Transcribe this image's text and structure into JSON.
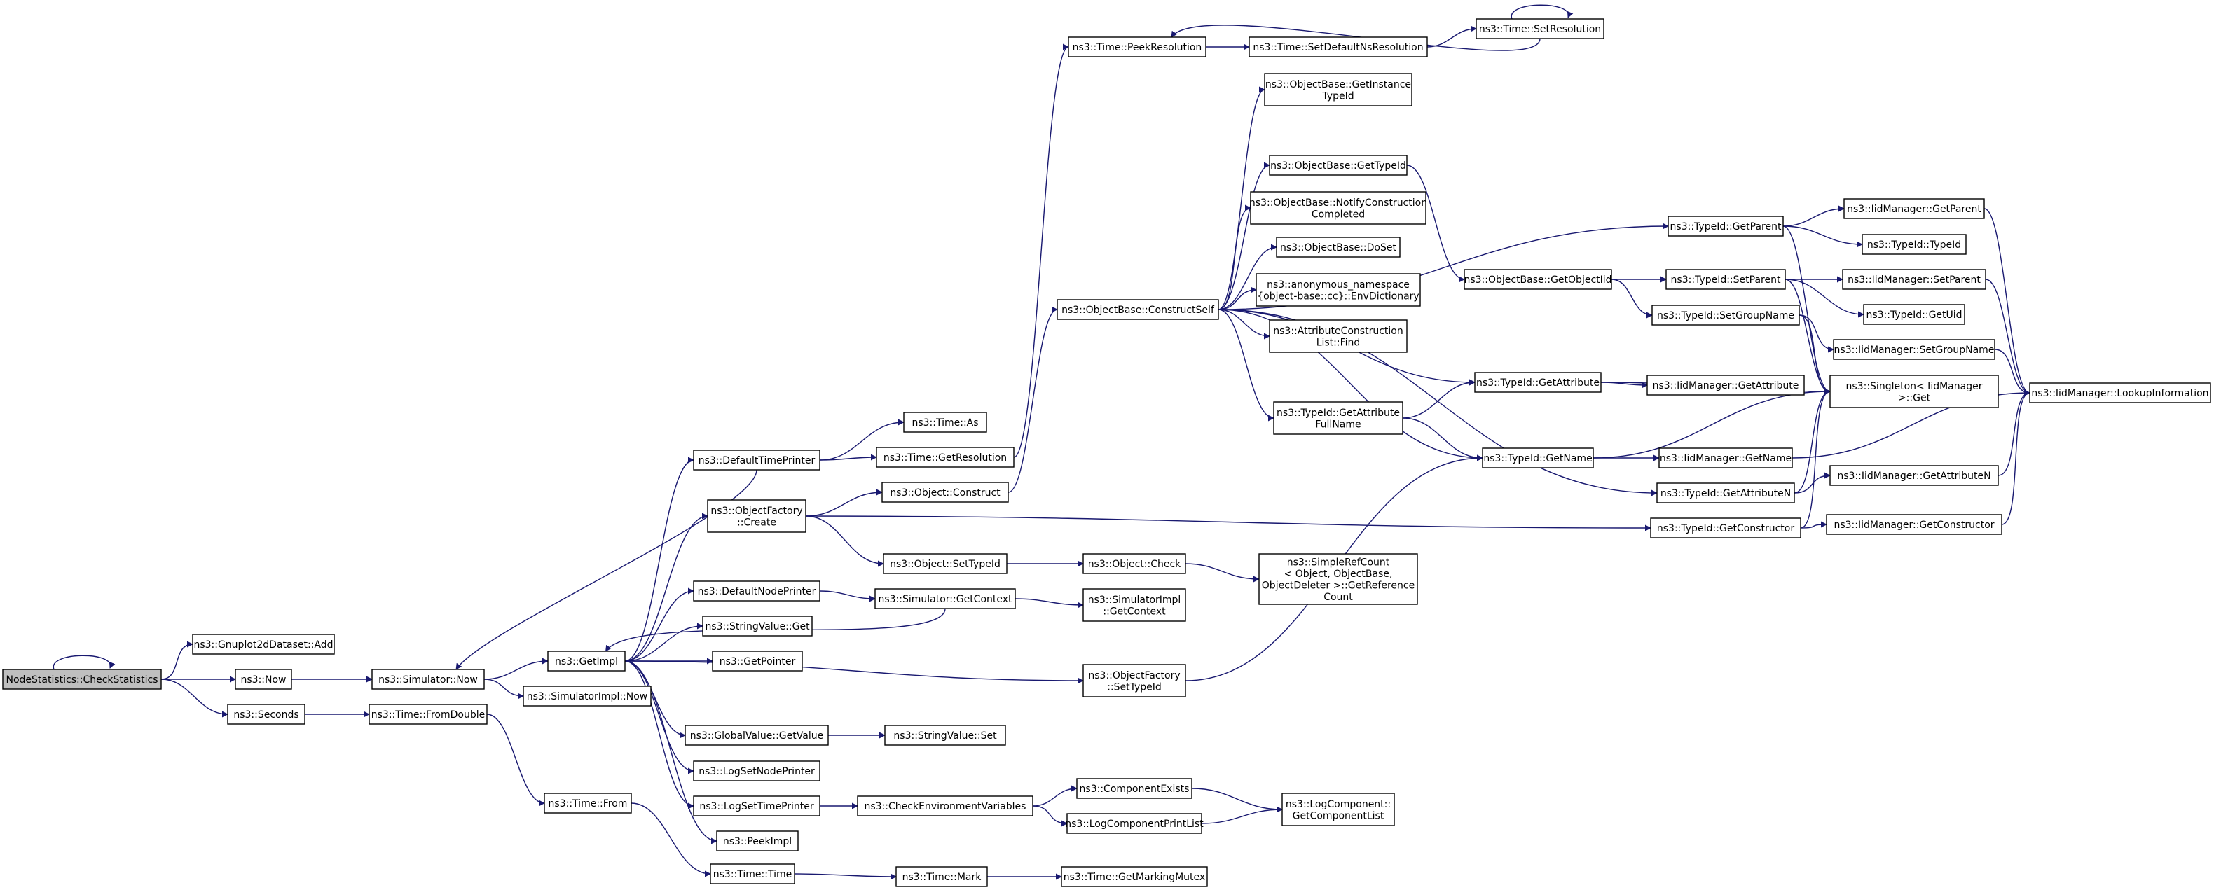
{
  "diagram": {
    "type": "call-graph",
    "nodes": [
      {
        "id": "root",
        "lines": [
          "NodeStatistics::CheckStatistics"
        ],
        "highlight": true
      },
      {
        "id": "gnuplot_add",
        "lines": [
          "ns3::Gnuplot2dDataset::Add"
        ]
      },
      {
        "id": "now",
        "lines": [
          "ns3::Now"
        ]
      },
      {
        "id": "seconds",
        "lines": [
          "ns3::Seconds"
        ]
      },
      {
        "id": "sim_now",
        "lines": [
          "ns3::Simulator::Now"
        ]
      },
      {
        "id": "time_fromdouble",
        "lines": [
          "ns3::Time::FromDouble"
        ]
      },
      {
        "id": "getimpl",
        "lines": [
          "ns3::GetImpl"
        ]
      },
      {
        "id": "simimpl_now",
        "lines": [
          "ns3::SimulatorImpl::Now"
        ]
      },
      {
        "id": "time_from",
        "lines": [
          "ns3::Time::From"
        ]
      },
      {
        "id": "time_time",
        "lines": [
          "ns3::Time::Time"
        ]
      },
      {
        "id": "default_time_printer",
        "lines": [
          "ns3::DefaultTimePrinter"
        ]
      },
      {
        "id": "objfactory_create",
        "lines": [
          "ns3::ObjectFactory",
          "::Create"
        ]
      },
      {
        "id": "default_node_printer",
        "lines": [
          "ns3::DefaultNodePrinter"
        ]
      },
      {
        "id": "stringvalue_get",
        "lines": [
          "ns3::StringValue::Get"
        ]
      },
      {
        "id": "getpointer",
        "lines": [
          "ns3::GetPointer"
        ]
      },
      {
        "id": "globalvalue_getvalue",
        "lines": [
          "ns3::GlobalValue::GetValue"
        ]
      },
      {
        "id": "logsetnodeprinter",
        "lines": [
          "ns3::LogSetNodePrinter"
        ]
      },
      {
        "id": "logsettimeprinter",
        "lines": [
          "ns3::LogSetTimePrinter"
        ]
      },
      {
        "id": "peekimpl",
        "lines": [
          "ns3::PeekImpl"
        ]
      },
      {
        "id": "time_as",
        "lines": [
          "ns3::Time::As"
        ]
      },
      {
        "id": "time_getresolution",
        "lines": [
          "ns3::Time::GetResolution"
        ]
      },
      {
        "id": "object_construct",
        "lines": [
          "ns3::Object::Construct"
        ]
      },
      {
        "id": "object_settypeid",
        "lines": [
          "ns3::Object::SetTypeId"
        ]
      },
      {
        "id": "sim_getcontext",
        "lines": [
          "ns3::Simulator::GetContext"
        ]
      },
      {
        "id": "stringvalue_set",
        "lines": [
          "ns3::StringValue::Set"
        ]
      },
      {
        "id": "check_env_vars",
        "lines": [
          "ns3::CheckEnvironmentVariables"
        ]
      },
      {
        "id": "time_mark",
        "lines": [
          "ns3::Time::Mark"
        ]
      },
      {
        "id": "time_peekresolution",
        "lines": [
          "ns3::Time::PeekResolution"
        ]
      },
      {
        "id": "time_setdefaultnsresolution",
        "lines": [
          "ns3::Time::SetDefaultNsResolution"
        ]
      },
      {
        "id": "time_setresolution",
        "lines": [
          "ns3::Time::SetResolution"
        ]
      },
      {
        "id": "objectbase_constructself",
        "lines": [
          "ns3::ObjectBase::ConstructSelf"
        ]
      },
      {
        "id": "object_check",
        "lines": [
          "ns3::Object::Check"
        ]
      },
      {
        "id": "simimpl_getcontext",
        "lines": [
          "ns3::SimulatorImpl",
          "::GetContext"
        ]
      },
      {
        "id": "objfactory_settypeid",
        "lines": [
          "ns3::ObjectFactory",
          "::SetTypeId"
        ]
      },
      {
        "id": "componentexists",
        "lines": [
          "ns3::ComponentExists"
        ]
      },
      {
        "id": "logcomponentprintlist",
        "lines": [
          "ns3::LogComponentPrintList"
        ]
      },
      {
        "id": "time_getmarkingmutex",
        "lines": [
          "ns3::Time::GetMarkingMutex"
        ]
      },
      {
        "id": "objectbase_getinstancetypeid",
        "lines": [
          "ns3::ObjectBase::GetInstance",
          "TypeId"
        ]
      },
      {
        "id": "objectbase_gettypeid",
        "lines": [
          "ns3::ObjectBase::GetTypeId"
        ]
      },
      {
        "id": "objectbase_notifyconstruction",
        "lines": [
          "ns3::ObjectBase::NotifyConstruction",
          "Completed"
        ]
      },
      {
        "id": "objectbase_doset",
        "lines": [
          "ns3::ObjectBase::DoSet"
        ]
      },
      {
        "id": "envdictionary",
        "lines": [
          "ns3::anonymous_namespace",
          "{object-base::cc}::EnvDictionary"
        ]
      },
      {
        "id": "attributeconstructionlist_find",
        "lines": [
          "ns3::AttributeConstruction",
          "List::Find"
        ]
      },
      {
        "id": "typeid_getattributefullname",
        "lines": [
          "ns3::TypeId::GetAttribute",
          "FullName"
        ]
      },
      {
        "id": "simplerefcount",
        "lines": [
          "ns3::SimpleRefCount",
          "< Object, ObjectBase,",
          " ObjectDeleter >::GetReference",
          "Count"
        ]
      },
      {
        "id": "logcomponent_getcomponentlist",
        "lines": [
          "ns3::LogComponent::",
          "GetComponentList"
        ]
      },
      {
        "id": "objectbase_getobjectiid",
        "lines": [
          "ns3::ObjectBase::GetObjectIid"
        ]
      },
      {
        "id": "typeid_getattribute",
        "lines": [
          "ns3::TypeId::GetAttribute"
        ]
      },
      {
        "id": "typeid_getname",
        "lines": [
          "ns3::TypeId::GetName"
        ]
      },
      {
        "id": "typeid_getparent",
        "lines": [
          "ns3::TypeId::GetParent"
        ]
      },
      {
        "id": "typeid_setparent",
        "lines": [
          "ns3::TypeId::SetParent"
        ]
      },
      {
        "id": "typeid_setgroupname",
        "lines": [
          "ns3::TypeId::SetGroupName"
        ]
      },
      {
        "id": "iidmanager_getattribute",
        "lines": [
          "ns3::IidManager::GetAttribute"
        ]
      },
      {
        "id": "iidmanager_getname",
        "lines": [
          "ns3::IidManager::GetName"
        ]
      },
      {
        "id": "typeid_getattributen",
        "lines": [
          "ns3::TypeId::GetAttributeN"
        ]
      },
      {
        "id": "typeid_getconstructor",
        "lines": [
          "ns3::TypeId::GetConstructor"
        ]
      },
      {
        "id": "iidmanager_getparent",
        "lines": [
          "ns3::IidManager::GetParent"
        ]
      },
      {
        "id": "typeid_typeid",
        "lines": [
          "ns3::TypeId::TypeId"
        ]
      },
      {
        "id": "iidmanager_setparent",
        "lines": [
          "ns3::IidManager::SetParent"
        ]
      },
      {
        "id": "typeid_getuid",
        "lines": [
          "ns3::TypeId::GetUid"
        ]
      },
      {
        "id": "iidmanager_setgroupname",
        "lines": [
          "ns3::IidManager::SetGroupName"
        ]
      },
      {
        "id": "singleton_get",
        "lines": [
          "ns3::Singleton< IidManager",
          " >::Get"
        ]
      },
      {
        "id": "iidmanager_getattributen",
        "lines": [
          "ns3::IidManager::GetAttributeN"
        ]
      },
      {
        "id": "iidmanager_getconstructor",
        "lines": [
          "ns3::IidManager::GetConstructor"
        ]
      },
      {
        "id": "iidmanager_lookupinformation",
        "lines": [
          "ns3::IidManager::LookupInformation"
        ]
      }
    ],
    "edges": [
      [
        "root",
        "root"
      ],
      [
        "root",
        "gnuplot_add"
      ],
      [
        "root",
        "now"
      ],
      [
        "root",
        "seconds"
      ],
      [
        "now",
        "sim_now"
      ],
      [
        "seconds",
        "time_fromdouble"
      ],
      [
        "sim_now",
        "getimpl"
      ],
      [
        "sim_now",
        "simimpl_now"
      ],
      [
        "time_fromdouble",
        "time_from"
      ],
      [
        "time_from",
        "time_time"
      ],
      [
        "getimpl",
        "default_time_printer"
      ],
      [
        "getimpl",
        "objfactory_create"
      ],
      [
        "getimpl",
        "default_node_printer"
      ],
      [
        "getimpl",
        "stringvalue_get"
      ],
      [
        "getimpl",
        "getpointer"
      ],
      [
        "getimpl",
        "objfactory_settypeid"
      ],
      [
        "getimpl",
        "globalvalue_getvalue"
      ],
      [
        "getimpl",
        "logsetnodeprinter"
      ],
      [
        "getimpl",
        "logsettimeprinter"
      ],
      [
        "getimpl",
        "peekimpl"
      ],
      [
        "default_time_printer",
        "sim_now"
      ],
      [
        "default_time_printer",
        "time_as"
      ],
      [
        "default_time_printer",
        "time_getresolution"
      ],
      [
        "time_getresolution",
        "time_peekresolution"
      ],
      [
        "time_peekresolution",
        "time_setdefaultnsresolution"
      ],
      [
        "time_setdefaultnsresolution",
        "time_setresolution"
      ],
      [
        "time_setresolution",
        "time_setresolution"
      ],
      [
        "time_setresolution",
        "time_peekresolution"
      ],
      [
        "objfactory_create",
        "object_construct"
      ],
      [
        "objfactory_create",
        "object_settypeid"
      ],
      [
        "objfactory_create",
        "typeid_getconstructor"
      ],
      [
        "object_construct",
        "objectbase_constructself"
      ],
      [
        "default_node_printer",
        "sim_getcontext"
      ],
      [
        "sim_getcontext",
        "getimpl"
      ],
      [
        "sim_getcontext",
        "simimpl_getcontext"
      ],
      [
        "object_settypeid",
        "object_check"
      ],
      [
        "object_check",
        "simplerefcount"
      ],
      [
        "globalvalue_getvalue",
        "stringvalue_set"
      ],
      [
        "logsettimeprinter",
        "check_env_vars"
      ],
      [
        "check_env_vars",
        "componentexists"
      ],
      [
        "check_env_vars",
        "logcomponentprintlist"
      ],
      [
        "componentexists",
        "logcomponent_getcomponentlist"
      ],
      [
        "logcomponentprintlist",
        "logcomponent_getcomponentlist"
      ],
      [
        "time_time",
        "time_mark"
      ],
      [
        "time_mark",
        "time_getmarkingmutex"
      ],
      [
        "objfactory_settypeid",
        "typeid_getname"
      ],
      [
        "objectbase_constructself",
        "objectbase_getinstancetypeid"
      ],
      [
        "objectbase_constructself",
        "typeid_getparent"
      ],
      [
        "objectbase_constructself",
        "objectbase_gettypeid"
      ],
      [
        "objectbase_constructself",
        "objectbase_notifyconstruction"
      ],
      [
        "objectbase_constructself",
        "objectbase_doset"
      ],
      [
        "objectbase_constructself",
        "envdictionary"
      ],
      [
        "objectbase_constructself",
        "attributeconstructionlist_find"
      ],
      [
        "objectbase_constructself",
        "typeid_getattribute"
      ],
      [
        "objectbase_constructself",
        "typeid_getattributefullname"
      ],
      [
        "objectbase_constructself",
        "typeid_getname"
      ],
      [
        "objectbase_constructself",
        "typeid_getattributen"
      ],
      [
        "objectbase_gettypeid",
        "objectbase_getobjectiid"
      ],
      [
        "objectbase_getobjectiid",
        "typeid_setparent"
      ],
      [
        "objectbase_getobjectiid",
        "typeid_setgroupname"
      ],
      [
        "typeid_getattributefullname",
        "typeid_getattribute"
      ],
      [
        "typeid_getattributefullname",
        "typeid_getname"
      ],
      [
        "typeid_getattribute",
        "iidmanager_getattribute"
      ],
      [
        "typeid_getattribute",
        "singleton_get"
      ],
      [
        "typeid_getname",
        "singleton_get"
      ],
      [
        "typeid_getname",
        "iidmanager_getname"
      ],
      [
        "typeid_getparent",
        "iidmanager_getparent"
      ],
      [
        "typeid_getparent",
        "typeid_typeid"
      ],
      [
        "typeid_getparent",
        "singleton_get"
      ],
      [
        "typeid_setparent",
        "iidmanager_setparent"
      ],
      [
        "typeid_setparent",
        "typeid_getuid"
      ],
      [
        "typeid_setparent",
        "singleton_get"
      ],
      [
        "typeid_setgroupname",
        "iidmanager_setgroupname"
      ],
      [
        "typeid_setgroupname",
        "singleton_get"
      ],
      [
        "typeid_getattributen",
        "iidmanager_getattributen"
      ],
      [
        "typeid_getattributen",
        "singleton_get"
      ],
      [
        "typeid_getconstructor",
        "iidmanager_getconstructor"
      ],
      [
        "typeid_getconstructor",
        "singleton_get"
      ],
      [
        "iidmanager_getparent",
        "iidmanager_lookupinformation"
      ],
      [
        "iidmanager_setparent",
        "iidmanager_lookupinformation"
      ],
      [
        "iidmanager_setgroupname",
        "iidmanager_lookupinformation"
      ],
      [
        "iidmanager_getname",
        "iidmanager_lookupinformation"
      ],
      [
        "iidmanager_getattributen",
        "iidmanager_lookupinformation"
      ],
      [
        "iidmanager_getconstructor",
        "iidmanager_lookupinformation"
      ]
    ],
    "colors": {
      "edge": "#191970",
      "node_border": "#000000",
      "node_fill": "#ffffff",
      "highlight_fill": "#bfbfbf",
      "background": "#ffffff"
    }
  }
}
